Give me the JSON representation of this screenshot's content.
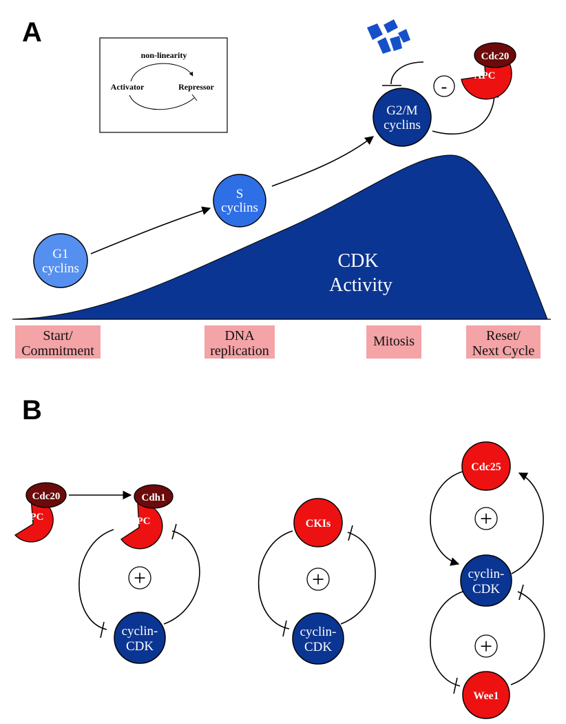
{
  "colors": {
    "dark_blue": "#0b3592",
    "light_blue": "#5590f0",
    "mid_blue": "#2f6fe6",
    "red": "#ee1111",
    "maroon": "#6b0b0b",
    "phase_box": "#f4a3a6",
    "black": "#000000"
  },
  "panel_a": {
    "label": "A",
    "inset": {
      "top": "non-linearity",
      "left": "Activator",
      "right": "Repressor"
    },
    "g1": {
      "line1": "G1",
      "line2": "cyclins"
    },
    "s": {
      "line1": "S",
      "line2": "cyclins"
    },
    "g2m": {
      "line1": "G2/M",
      "line2": "cyclins"
    },
    "cdk": {
      "line1": "CDK",
      "line2": "Activity"
    },
    "cdc20": "Cdc20",
    "apc": "APC",
    "minus": "-",
    "phases": {
      "start": {
        "line1": "Start/",
        "line2": "Commitment"
      },
      "dna": {
        "line1": "DNA",
        "line2": "replication"
      },
      "mitosis": "Mitosis",
      "reset": {
        "line1": "Reset/",
        "line2": "Next Cycle"
      }
    }
  },
  "panel_b": {
    "label": "B",
    "cdc20": "Cdc20",
    "apc": "APC",
    "cdh1": "Cdh1",
    "apc2": "APC",
    "cyclin_cdk": {
      "line1": "cyclin-",
      "line2": "CDK"
    },
    "ckis": "CKIs",
    "cdc25": "Cdc25",
    "wee1": "Wee1",
    "plus": "+"
  }
}
